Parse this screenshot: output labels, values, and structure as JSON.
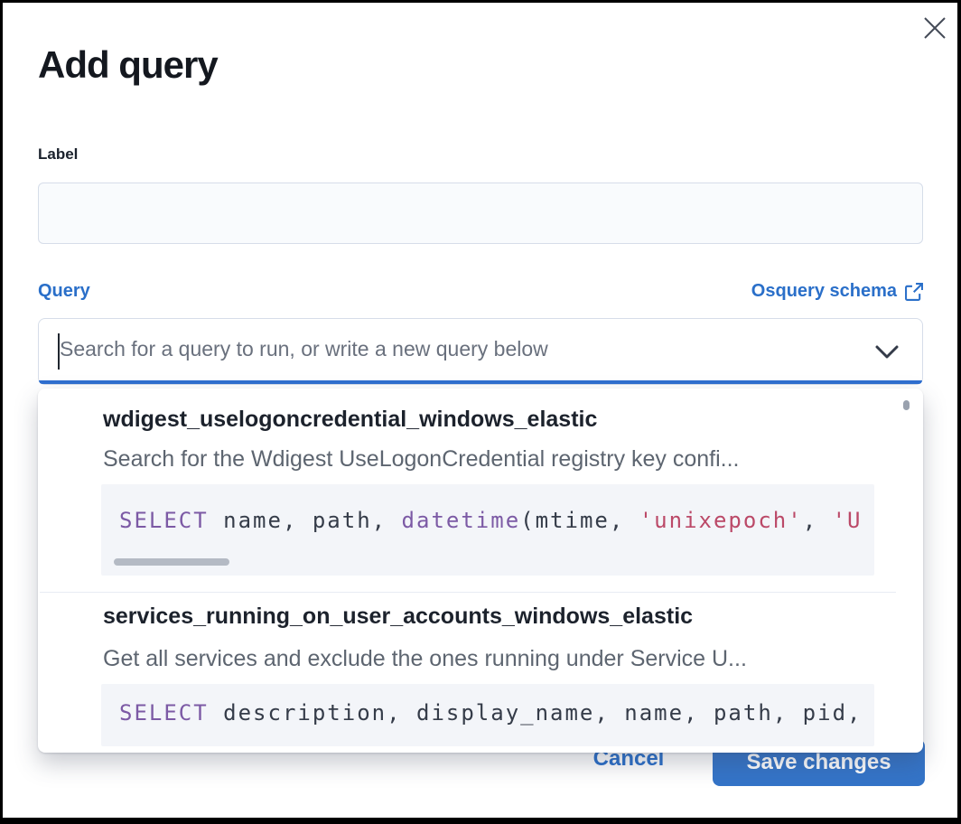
{
  "modal": {
    "title": "Add query",
    "label_field": {
      "label": "Label",
      "value": ""
    },
    "query_section": {
      "label": "Query",
      "schema_link_label": "Osquery schema",
      "search": {
        "placeholder": "Search for a query to run, or write a new query below",
        "value": ""
      }
    },
    "dropdown": {
      "options": [
        {
          "title": "wdigest_uselogoncredential_windows_elastic",
          "description": "Search for the Wdigest UseLogonCredential registry key confi...",
          "code_tokens": [
            {
              "text": "SELECT",
              "type": "keyword"
            },
            {
              "text": " name, path, ",
              "type": "plain"
            },
            {
              "text": "datetime",
              "type": "keyword"
            },
            {
              "text": "(mtime, ",
              "type": "plain"
            },
            {
              "text": "'unixepoch'",
              "type": "string"
            },
            {
              "text": ", ",
              "type": "plain"
            },
            {
              "text": "'U",
              "type": "string"
            }
          ]
        },
        {
          "title": "services_running_on_user_accounts_windows_elastic",
          "description": "Get all services and exclude the ones running under Service U...",
          "code_tokens": [
            {
              "text": "SELECT",
              "type": "keyword"
            },
            {
              "text": " description, display_name, name, path, pid,",
              "type": "plain"
            }
          ]
        }
      ]
    },
    "footer": {
      "cancel_label": "Cancel",
      "save_label": "Save changes"
    },
    "icons": {
      "close": "✕",
      "chevron_down": "⌄",
      "external_link": "↗"
    },
    "colors": {
      "primary_blue": "#2a6fc9",
      "button_blue": "#3474c8",
      "focus_underline": "#2f6fd0",
      "keyword_purple": "#7c5aa5",
      "string_red": "#bb4968",
      "code_background": "#f3f5f9",
      "text_dark": "#1c222c",
      "text_subdued": "#5d6570"
    }
  }
}
